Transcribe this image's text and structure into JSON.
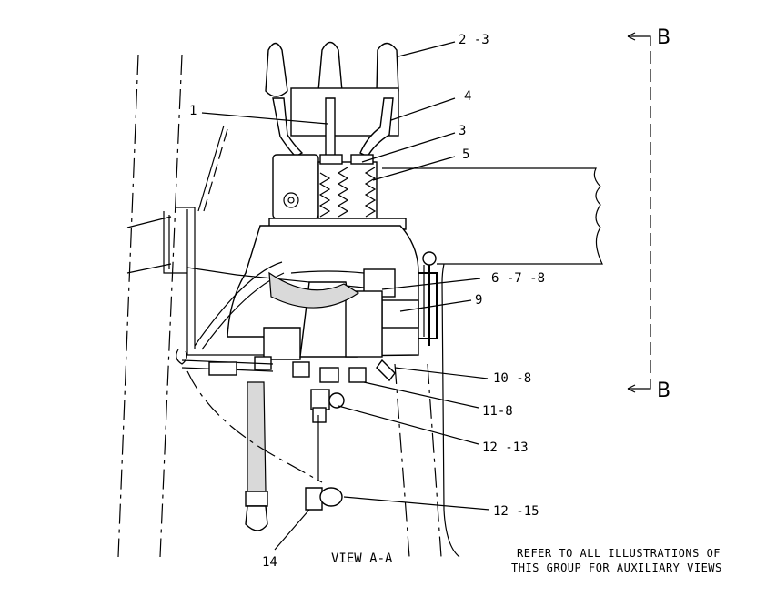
{
  "callouts": {
    "c_2_3": "2 -3",
    "c_4": "4",
    "c_1": "1",
    "c_3": "3",
    "c_5": "5",
    "c_6_7_8": "6 -7 -8",
    "c_9": "9",
    "c_10_8": "10 -8",
    "c_11_8": "11-8",
    "c_12_13": "12 -13",
    "c_12_15": "12 -15",
    "c_14": "14"
  },
  "section_marks": {
    "top": "B",
    "bottom": "B"
  },
  "view_label": "VIEW A-A",
  "note": {
    "line1": "REFER TO ALL ILLUSTRATIONS OF",
    "line2": "THIS GROUP FOR AUXILIARY VIEWS"
  }
}
